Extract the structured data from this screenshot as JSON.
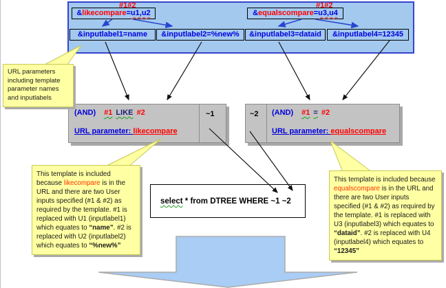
{
  "colors": {
    "panel_blue": "#A3C9EF",
    "panel_border_blue": "#3344CC",
    "label_blue": "#0000DD",
    "red": "#FF0000",
    "operator_navy": "#202078",
    "gray_fill": "#C3C3C3",
    "callout_yellow": "#FFFFA3",
    "big_arrow_fill": "#A9CDF4"
  },
  "top_panel": {
    "hash_left": "#1#2",
    "hash_right": "#1#2",
    "likecompare": {
      "amp": "&",
      "name": "likecompare",
      "eq": "=",
      "value": "u1,u2"
    },
    "equalscompare": {
      "amp": "&",
      "name": "equalscompare",
      "eq": "=",
      "value": "u3,u4"
    },
    "inputlabels": [
      "&inputlabel1=name",
      "&inputlabel2=%new%",
      "&inputlabel3=dataid",
      "&inputlabel4=12345"
    ]
  },
  "callout_top_left": {
    "text": "URL parameters including template parameter names and inputlabels"
  },
  "template_left": {
    "and": "(AND)",
    "p1": "#1",
    "op": "LIKE",
    "p2": "#2",
    "url_label": "URL parameter: ",
    "url_value": "likecompare",
    "tilde": "~1"
  },
  "template_right": {
    "and": "(AND)",
    "p1": "#1",
    "op": "=",
    "p2": "#2",
    "url_label": "URL parameter: ",
    "url_value": "equalscompare",
    "tilde": "~2"
  },
  "query_box": {
    "select": "select",
    "rest": " * from DTREE WHERE ~1 ~2"
  },
  "callout_bottom_left": {
    "seg1": "This template is included because ",
    "highlight": "likecompare",
    "seg2": " is in the URL and there are two User inputs specified (#1 & #2) as required by the template. #1 is replaced with U1 (inputlabel1) which equates to ",
    "bold1": "“name”",
    "seg3": ". #2 is replaced with U2 (inputlabel2) which equates to ",
    "bold2": "“%new%”"
  },
  "callout_bottom_right": {
    "seg1": "This template is included because ",
    "highlight": "equalscompare",
    "seg2": " is in the URL and there are two User inputs specified (#1 & #2) as required by the template. #1 is replaced with U3 (inputlabel3) which equates to ",
    "bold1": "“dataid”",
    "seg3": ". #2 is replaced with U4 (inputlabel4) which equates to ",
    "bold2": "“12345”"
  }
}
